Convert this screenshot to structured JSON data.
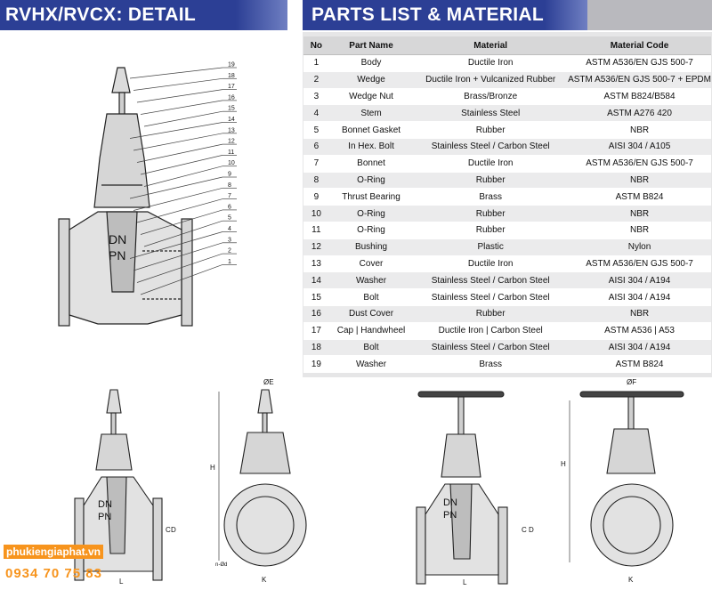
{
  "left_banner": {
    "title": "RVHX/RVCX: DETAIL DRAWING"
  },
  "right_banner": {
    "title": "PARTS LIST & MATERIAL"
  },
  "table": {
    "headers": [
      "No",
      "Part Name",
      "Material",
      "Material Code"
    ],
    "rows": [
      [
        "1",
        "Body",
        "Ductile Iron",
        "ASTM A536/EN GJS 500-7"
      ],
      [
        "2",
        "Wedge",
        "Ductile Iron + Vulcanized Rubber",
        "ASTM A536/EN GJS 500-7 + EPDM"
      ],
      [
        "3",
        "Wedge Nut",
        "Brass/Bronze",
        "ASTM B824/B584"
      ],
      [
        "4",
        "Stem",
        "Stainless Steel",
        "ASTM A276 420"
      ],
      [
        "5",
        "Bonnet Gasket",
        "Rubber",
        "NBR"
      ],
      [
        "6",
        "In Hex. Bolt",
        "Stainless Steel / Carbon Steel",
        "AISI 304 / A105"
      ],
      [
        "7",
        "Bonnet",
        "Ductile Iron",
        "ASTM A536/EN GJS 500-7"
      ],
      [
        "8",
        "O-Ring",
        "Rubber",
        "NBR"
      ],
      [
        "9",
        "Thrust Bearing",
        "Brass",
        "ASTM B824"
      ],
      [
        "10",
        "O-Ring",
        "Rubber",
        "NBR"
      ],
      [
        "11",
        "O-Ring",
        "Rubber",
        "NBR"
      ],
      [
        "12",
        "Bushing",
        "Plastic",
        "Nylon"
      ],
      [
        "13",
        "Cover",
        "Ductile Iron",
        "ASTM A536/EN GJS 500-7"
      ],
      [
        "14",
        "Washer",
        "Stainless Steel / Carbon Steel",
        "AISI 304 / A194"
      ],
      [
        "15",
        "Bolt",
        "Stainless Steel / Carbon Steel",
        "AISI 304 / A194"
      ],
      [
        "16",
        "Dust Cover",
        "Rubber",
        "NBR"
      ],
      [
        "17",
        "Cap | Handwheel",
        "Ductile Iron | Carbon Steel",
        "ASTM A536 | A53"
      ],
      [
        "18",
        "Bolt",
        "Stainless Steel / Carbon Steel",
        "AISI 304 / A194"
      ],
      [
        "19",
        "Washer",
        "Brass",
        "ASTM B824"
      ]
    ]
  },
  "drawing_labels": {
    "callouts": [
      "19",
      "18",
      "17",
      "16",
      "15",
      "14",
      "13",
      "12",
      "11",
      "10",
      "9",
      "8",
      "7",
      "6",
      "5",
      "4",
      "3",
      "2",
      "1"
    ],
    "dn": "DN",
    "pn": "PN",
    "dim_h": "H",
    "dim_l": "L",
    "dim_d": "D",
    "dim_c": "C",
    "dim_k": "K",
    "dim_e": "ØE",
    "dim_f": "ØF",
    "dim_bolt": "n-Ød"
  },
  "watermark": {
    "site": "phukiengiaphat.vn",
    "phone": "0934 70 75 83"
  },
  "colors": {
    "banner": "#2c3f95",
    "panel": "#e6e6e7",
    "watermark": "#f7941d"
  }
}
